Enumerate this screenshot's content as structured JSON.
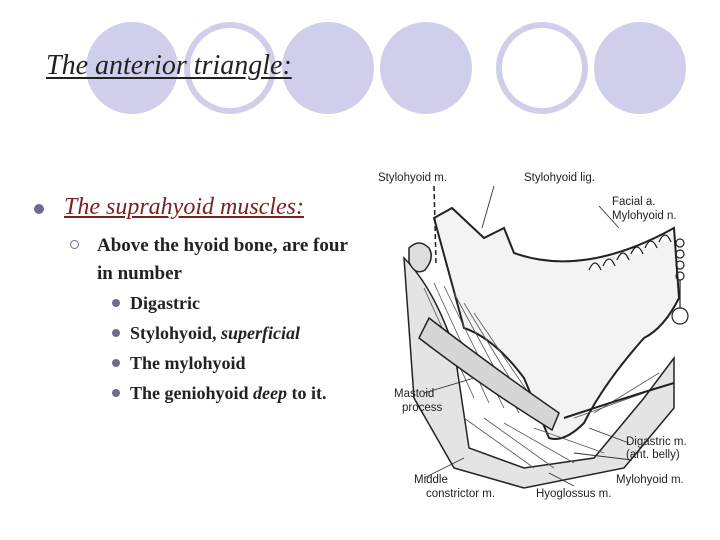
{
  "slide": {
    "title": "The anterior triangle:",
    "heading": "The suprahyoid muscles:",
    "sub_point": "Above the hyoid bone, are four in number",
    "muscles": [
      {
        "name": "Digastric",
        "note": ""
      },
      {
        "name": "Stylohyoid, ",
        "note": "superficial"
      },
      {
        "name": "The mylohyoid",
        "note": ""
      },
      {
        "name": "The geniohyoid ",
        "note": "deep",
        "tail": " to it."
      }
    ]
  },
  "figure": {
    "labels": {
      "stylohyoid_m": "Stylohyoid m.",
      "stylohyoid_lig": "Stylohyoid lig.",
      "facial_a": "Facial a.",
      "mylohyoid_n": "Mylohyoid n.",
      "mastoid": "Mastoid",
      "process": "process",
      "digastric_m": "Digastric m.",
      "ant_belly": "(ant. belly)",
      "mylohyoid_m": "Mylohyoid m.",
      "middle": "Middle",
      "constrictor": "constrictor m.",
      "hyoglossus": "Hyoglossus m."
    }
  },
  "colors": {
    "decor": "#cfcfeb",
    "bullet": "#6b6b8f",
    "heading": "#7a1f1f",
    "text": "#222222"
  }
}
